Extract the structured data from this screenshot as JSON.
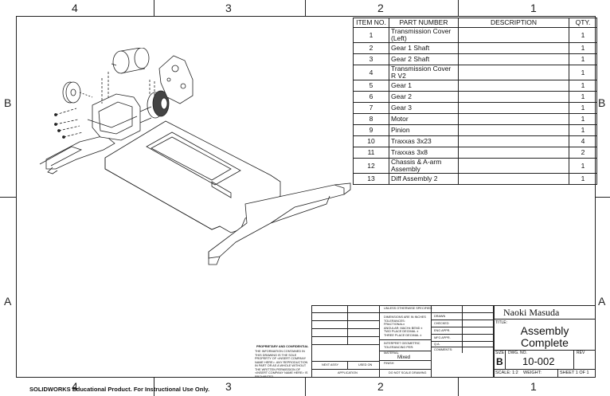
{
  "zones": {
    "top": [
      "4",
      "3",
      "2",
      "1"
    ],
    "bottom": [
      "4",
      "3",
      "2",
      "1"
    ],
    "left": [
      "B",
      "A"
    ],
    "right": [
      "B",
      "A"
    ]
  },
  "bom": {
    "headers": [
      "ITEM NO.",
      "PART NUMBER",
      "DESCRIPTION",
      "QTY."
    ],
    "rows": [
      {
        "item": "1",
        "part": "Transmission Cover (Left)",
        "desc": "",
        "qty": "1"
      },
      {
        "item": "2",
        "part": "Gear 1 Shaft",
        "desc": "",
        "qty": "1"
      },
      {
        "item": "3",
        "part": "Gear 2 Shaft",
        "desc": "",
        "qty": "1"
      },
      {
        "item": "4",
        "part": "Transmission Cover R V2",
        "desc": "",
        "qty": "1"
      },
      {
        "item": "5",
        "part": "Gear 1",
        "desc": "",
        "qty": "1"
      },
      {
        "item": "6",
        "part": "Gear 2",
        "desc": "",
        "qty": "1"
      },
      {
        "item": "7",
        "part": "Gear 3",
        "desc": "",
        "qty": "1"
      },
      {
        "item": "8",
        "part": "Motor",
        "desc": "",
        "qty": "1"
      },
      {
        "item": "9",
        "part": "Pinion",
        "desc": "",
        "qty": "1"
      },
      {
        "item": "10",
        "part": "Traxxas 3x23",
        "desc": "",
        "qty": "4"
      },
      {
        "item": "11",
        "part": "Traxxas 3x8",
        "desc": "",
        "qty": "2"
      },
      {
        "item": "12",
        "part": "Chassis & A-arm Assembly",
        "desc": "",
        "qty": "1"
      },
      {
        "item": "13",
        "part": "Diff Assembly 2",
        "desc": "",
        "qty": "1"
      }
    ]
  },
  "title_block": {
    "author": "Naoki Masuda",
    "title_label": "TITLE:",
    "title_line1": "Assembly",
    "title_line2": "Complete",
    "size_label": "SIZE",
    "size": "B",
    "dwg_label": "DWG.  NO.",
    "dwg_no": "10-002",
    "rev_label": "REV",
    "scale": "SCALE: 1:2",
    "weight": "WEIGHT:",
    "sheet": "SHEET 1 OF 1",
    "unless": "UNLESS OTHERWISE SPECIFIED:",
    "dims": [
      "DIMENSIONS ARE IN INCHES",
      "TOLERANCES:",
      "FRACTIONAL±",
      "ANGULAR: MACH±   BEND ±",
      "TWO PLACE DECIMAL   ±",
      "THREE PLACE DECIMAL  ±"
    ],
    "interpret": "INTERPRET GEOMETRIC TOLERANCING PER:",
    "material_label": "MATERIAL",
    "material": "Mixed",
    "finish_label": "FINISH",
    "do_not_scale": "DO NOT SCALE DRAWING",
    "drawn": "DRAWN",
    "checked": "CHECKED",
    "eng_appr": "ENG APPR.",
    "mfg_appr": "MFG APPR.",
    "qa": "Q.A.",
    "comments": "COMMENTS:",
    "next_assy": "NEXT ASSY",
    "used_on": "USED ON",
    "application": "APPLICATION",
    "proprietary_title": "PROPRIETARY AND CONFIDENTIAL",
    "proprietary_text": "THE INFORMATION CONTAINED IN THIS DRAWING IS THE SOLE PROPERTY OF <INSERT COMPANY NAME HERE>. ANY REPRODUCTION IN PART OR AS A WHOLE WITHOUT THE WRITTEN PERMISSION OF <INSERT COMPANY NAME HERE> IS PROHIBITED."
  },
  "footer": "SOLIDWORKS Educational Product. For Instructional Use Only."
}
